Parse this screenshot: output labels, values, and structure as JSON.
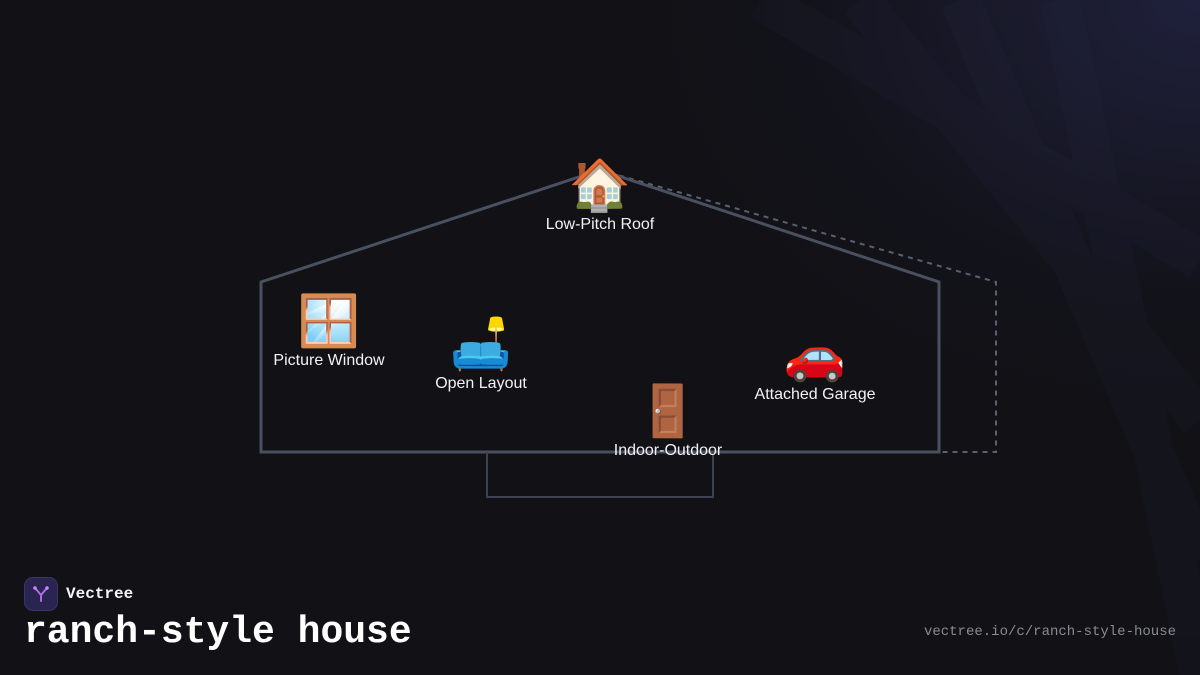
{
  "brand": {
    "name": "Vectree",
    "logo_icon": "vectree-branch-icon"
  },
  "title": "ranch-style house",
  "url": "vectree.io/c/ranch-style-house",
  "colors": {
    "background": "#111116",
    "outline": "#4a5060",
    "label": "#f2f2f4",
    "logo_bg": "#2a2450",
    "logo_mark": "#b06ae8"
  },
  "nodes": [
    {
      "id": "roof",
      "icon": "house-icon",
      "emoji": "🏠",
      "label": "Low-Pitch Roof"
    },
    {
      "id": "window",
      "icon": "window-icon",
      "emoji": "🪟",
      "label": "Picture Window"
    },
    {
      "id": "layout",
      "icon": "couch-and-lamp-icon",
      "emoji": "🛋️",
      "label": "Open Layout"
    },
    {
      "id": "door",
      "icon": "door-icon",
      "emoji": "🚪",
      "label": "Indoor-Outdoor"
    },
    {
      "id": "garage",
      "icon": "car-icon",
      "emoji": "🚗",
      "label": "Attached Garage"
    }
  ]
}
